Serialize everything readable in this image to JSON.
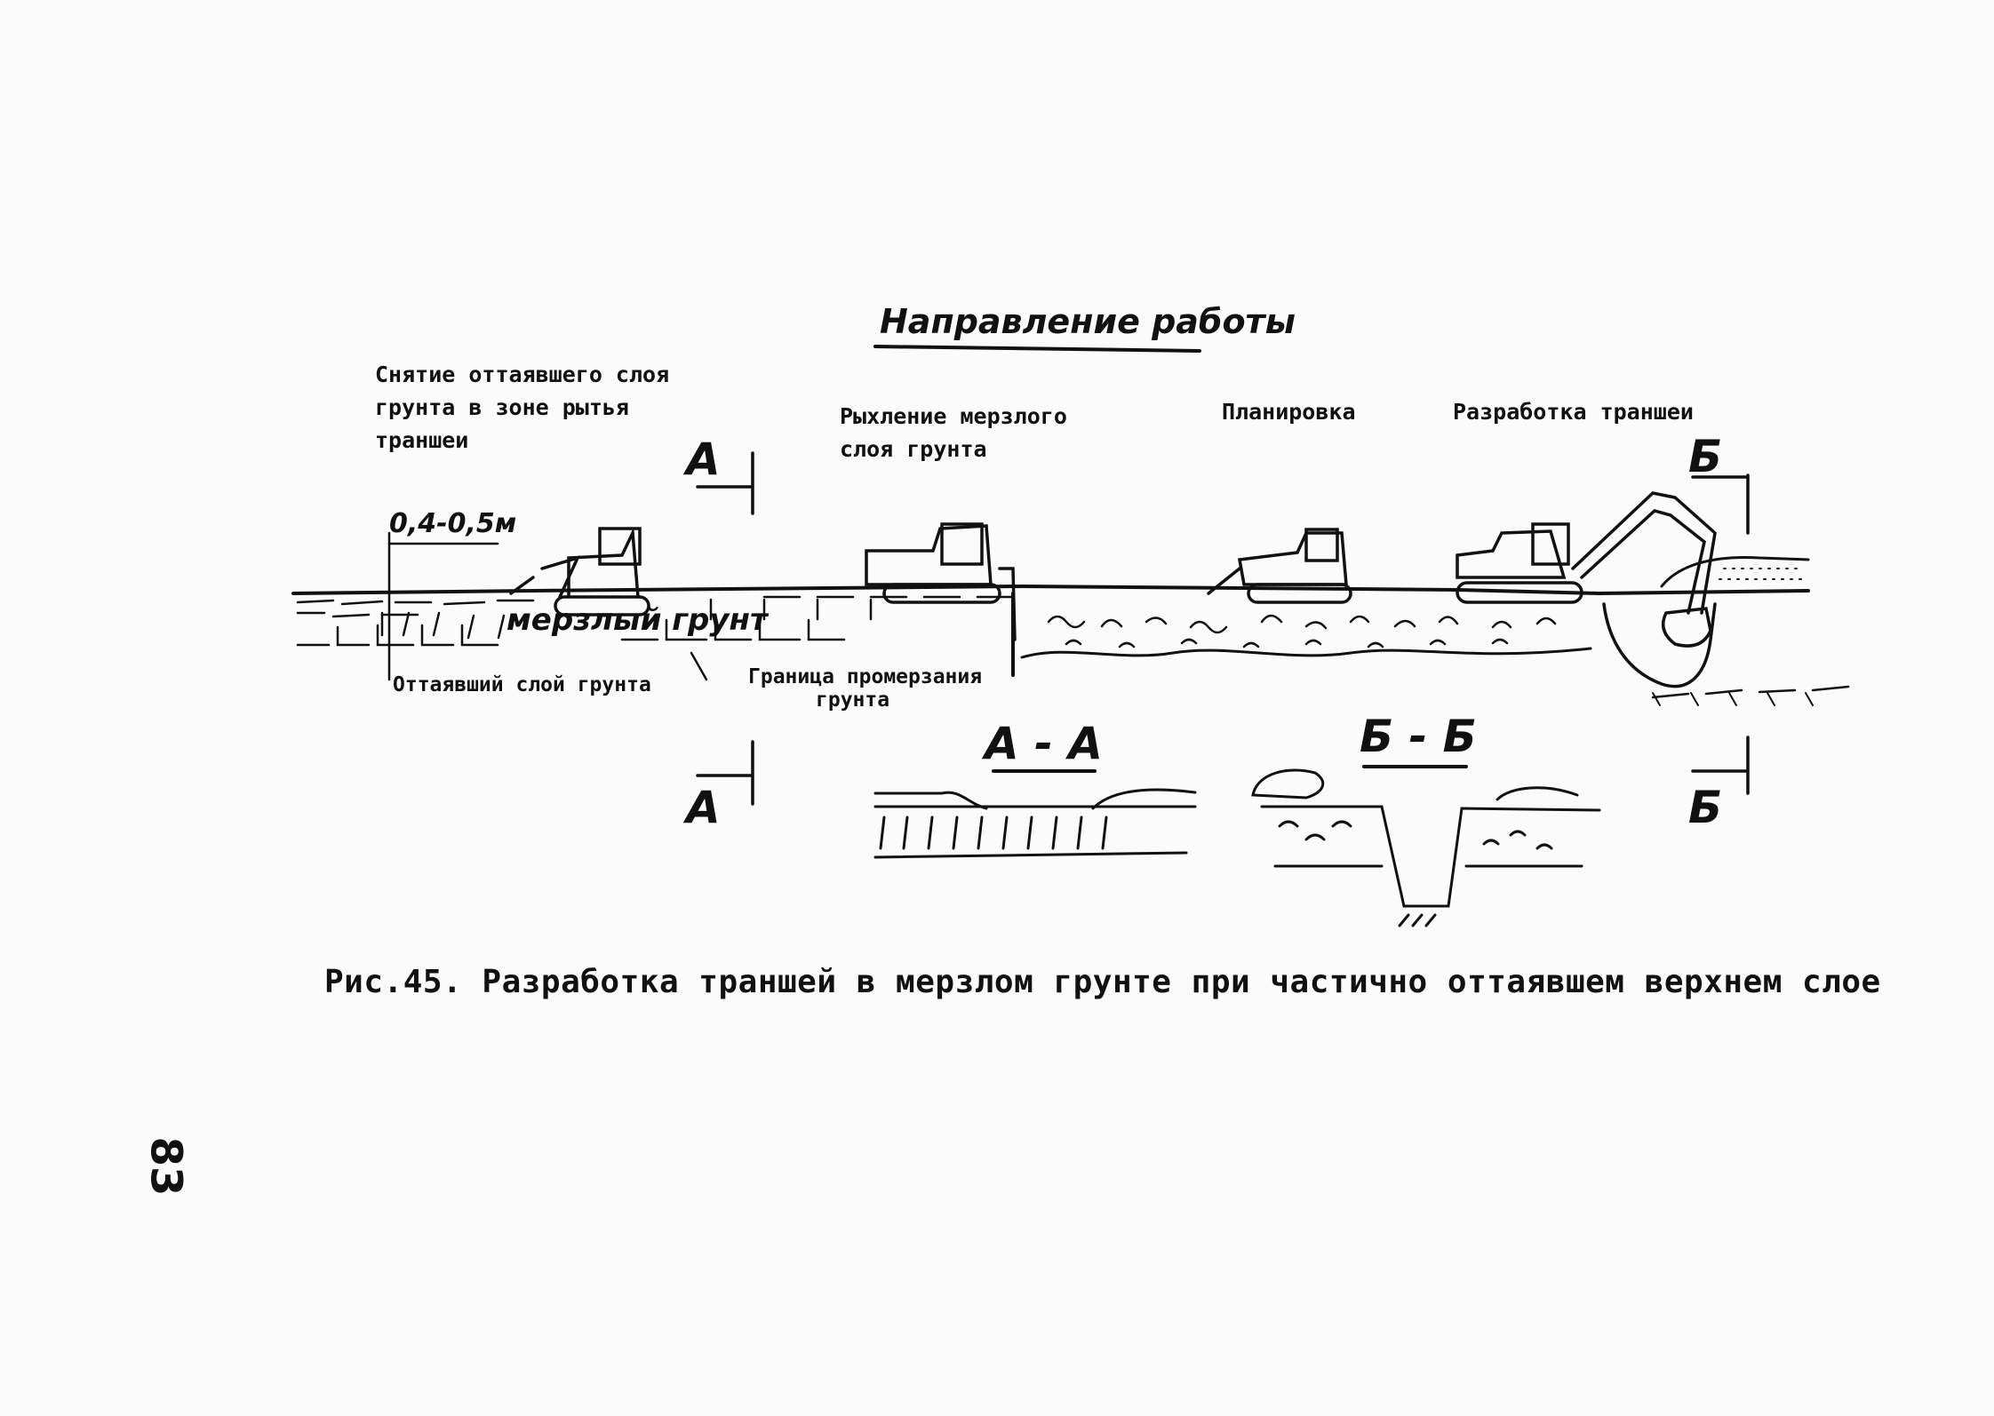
{
  "direction_label": "Направление работы",
  "stages": {
    "removal": [
      "Снятие оттаявшего слоя",
      "грунта в зоне рытья",
      "траншеи"
    ],
    "loosening": [
      "Рыхление мерзлого",
      "слоя грунта"
    ],
    "planning": "Планировка",
    "trenching": "Разработка траншеи"
  },
  "depth_label": "0,4-0,5м",
  "frozen_soil_label": "мерзлый грунт",
  "thawed_layer_label": "Оттаявший слой грунта",
  "freeze_boundary_label": [
    "Граница промерзания",
    "грунта"
  ],
  "section_marks": {
    "a": "А",
    "b": "Б",
    "section_aa": "А - А",
    "section_bb": "Б - Б"
  },
  "caption": "Рис.45. Разработка траншей в мерзлом грунте при частично оттаявшем верхнем слое",
  "page_number": "83",
  "colors": {
    "ink": "#111111",
    "paper": "#fbfbfb"
  }
}
